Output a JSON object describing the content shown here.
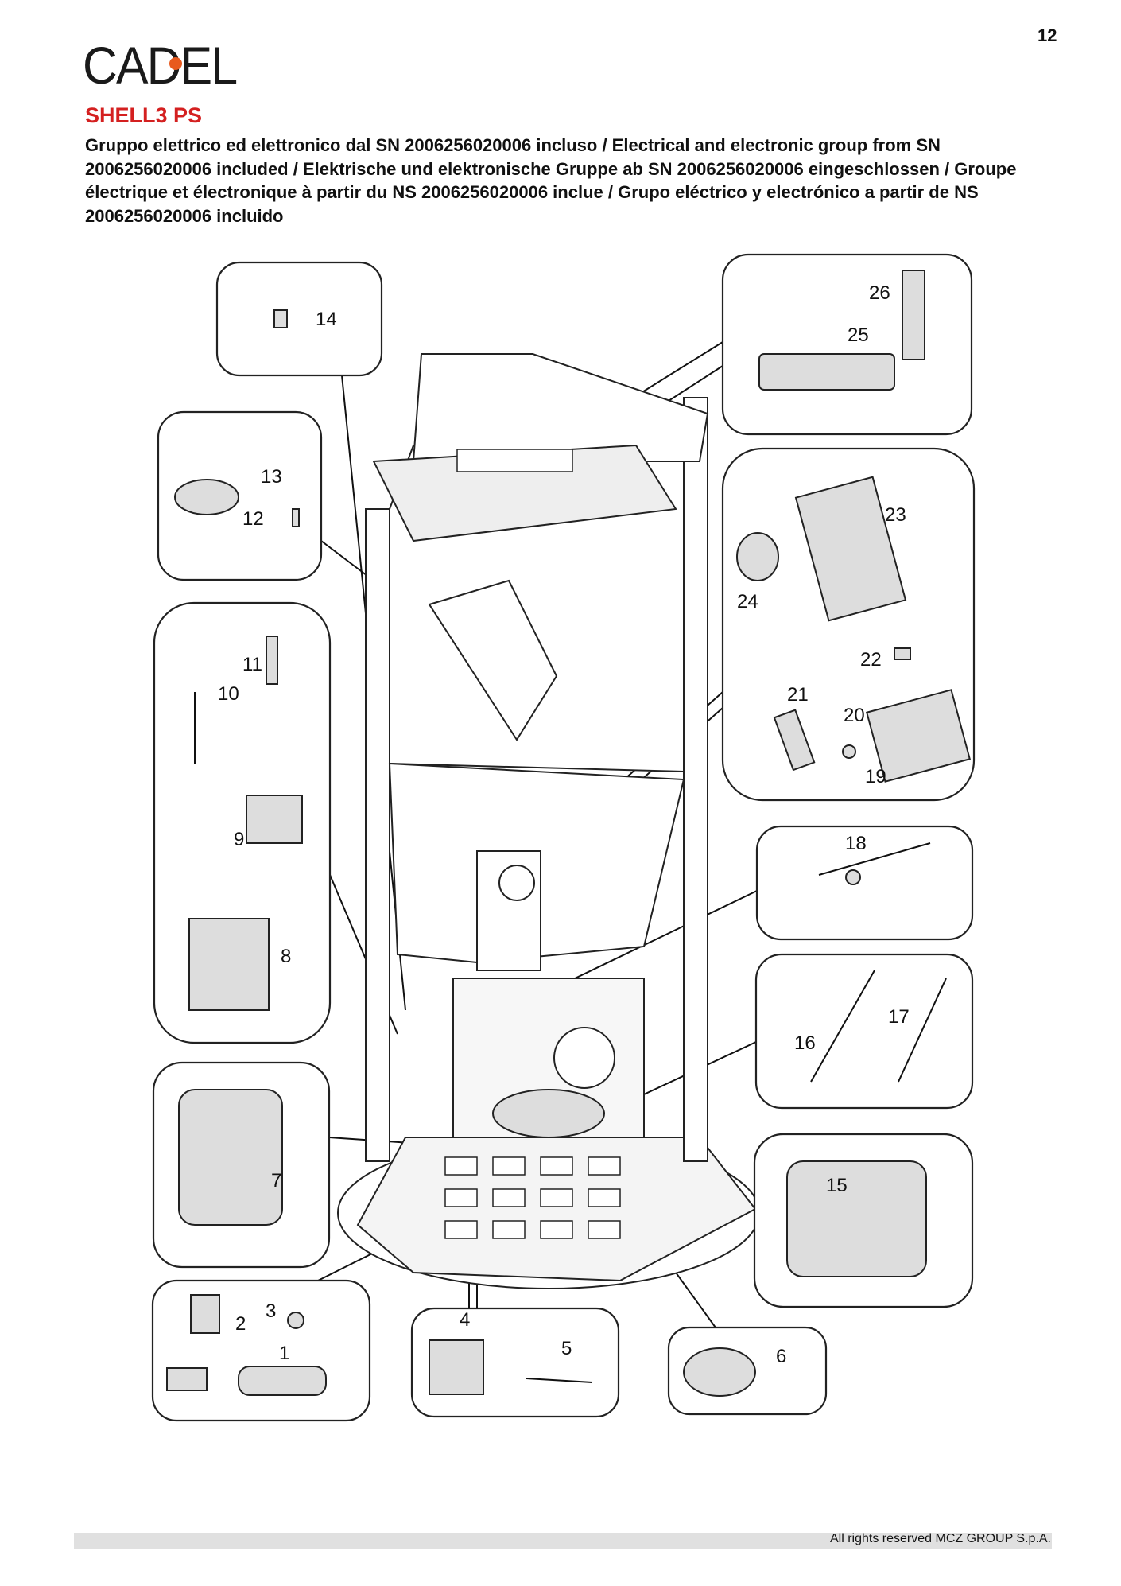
{
  "header": {
    "page_number": "12",
    "logo": "CADEL",
    "title": "SHELL3 PS",
    "description": "Gruppo elettrico ed elettronico dal SN 2006256020006 incluso / Electrical and electronic group from SN 2006256020006 included / Elektrische und elektronische Gruppe ab SN 2006256020006 eingeschlossen / Groupe électrique et électronique à partir du NS 2006256020006 inclue / Grupo eléctrico y electrónico a partir de NS 2006256020006 incluido"
  },
  "colors": {
    "title": "#d42020",
    "logo_dot": "#e85a1e",
    "footer_bar": "#e0e0e0"
  },
  "parts": {
    "p1": "1",
    "p2": "2",
    "p3": "3",
    "p4": "4",
    "p5": "5",
    "p6": "6",
    "p7": "7",
    "p8": "8",
    "p9": "9",
    "p10": "10",
    "p11": "11",
    "p12": "12",
    "p13": "13",
    "p14": "14",
    "p15": "15",
    "p16": "16",
    "p17": "17",
    "p18": "18",
    "p19": "19",
    "p20": "20",
    "p21": "21",
    "p22": "22",
    "p23": "23",
    "p24": "24",
    "p25": "25",
    "p26": "26"
  },
  "footer": {
    "copyright": "All rights reserved MCZ GROUP S.p.A."
  }
}
